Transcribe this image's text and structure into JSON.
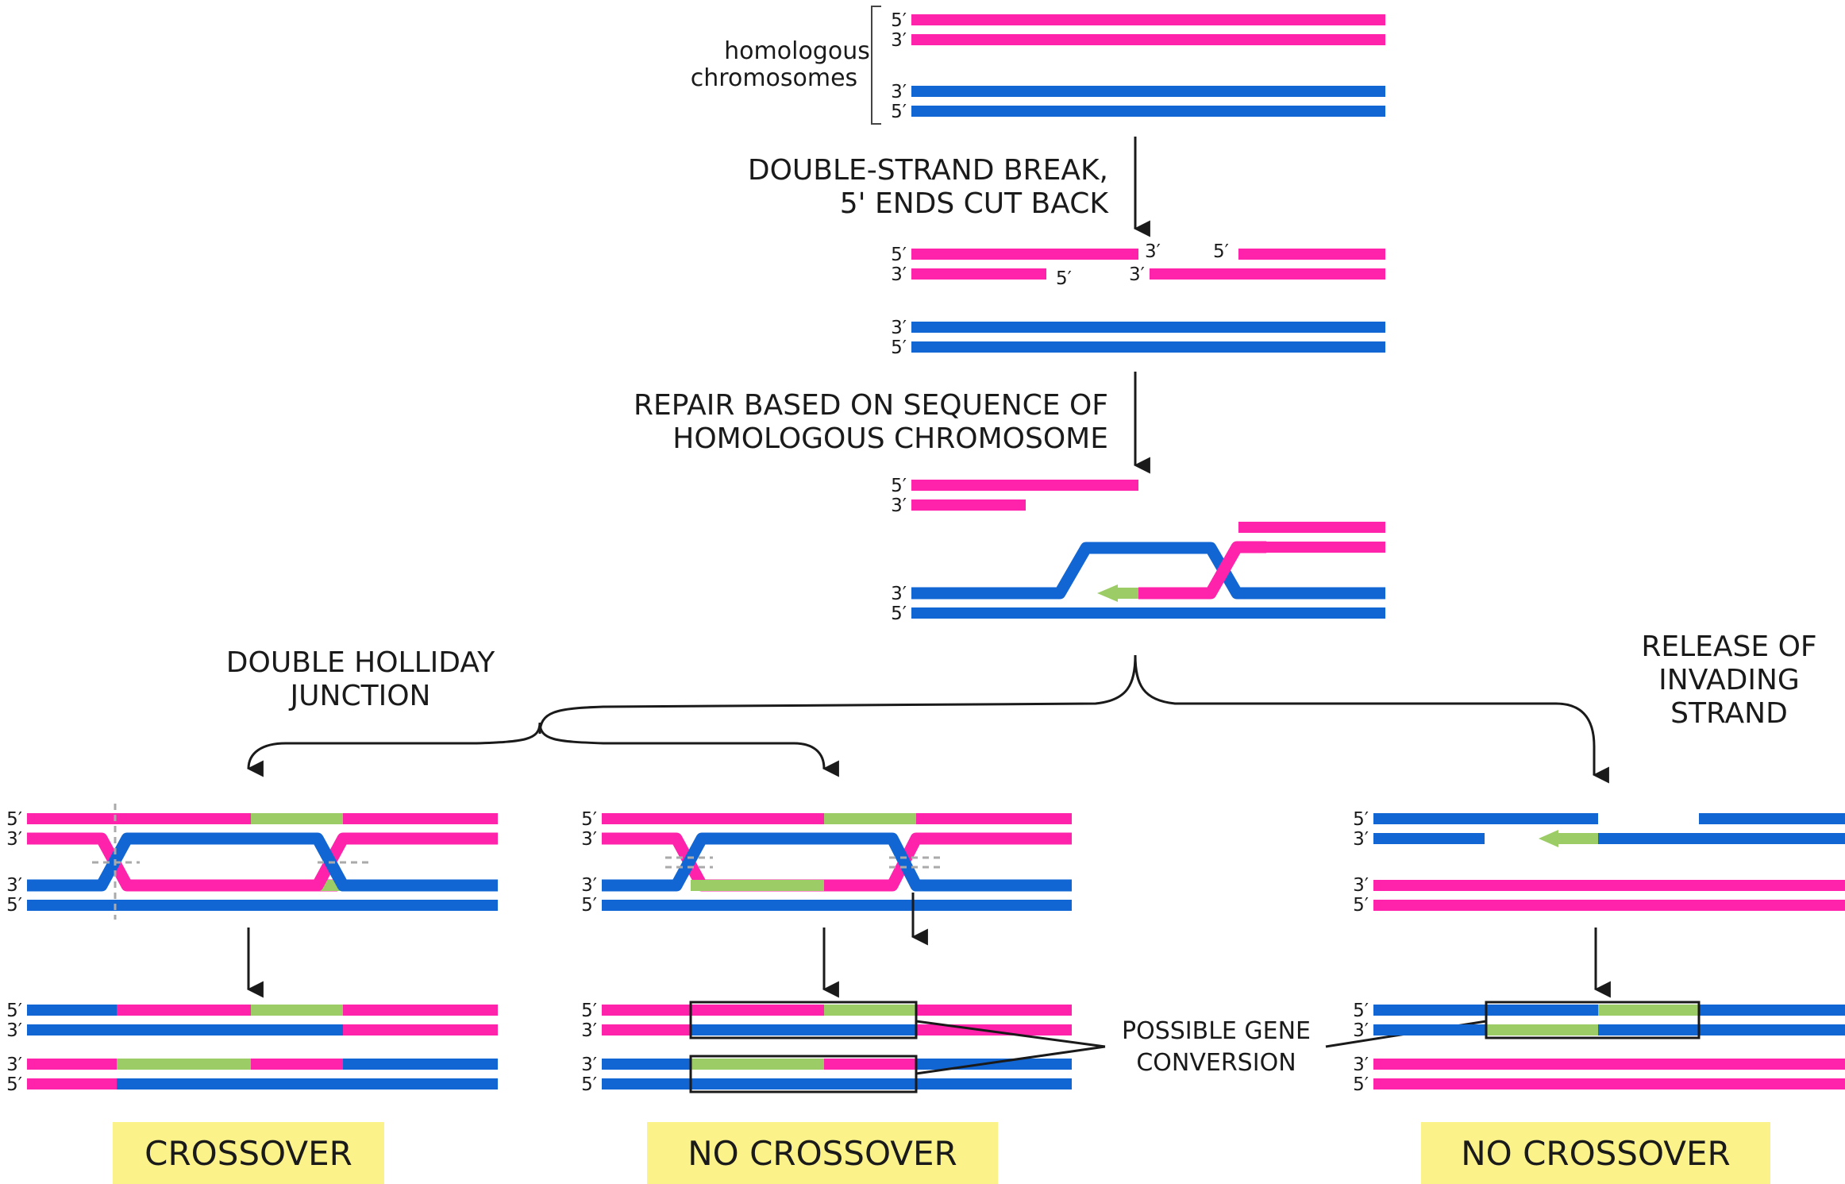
{
  "colors": {
    "magenta": "#ff22aa",
    "blue": "#1166d4",
    "green": "#9ccc65",
    "label_bg": "#fbf28a",
    "ink": "#1a1a1a",
    "cut_mark": "#aaaaaa"
  },
  "labels": {
    "homologous": [
      "homologous",
      "chromosomes"
    ],
    "step1": [
      "DOUBLE-STRAND BREAK,",
      "5' ENDS CUT BACK"
    ],
    "step2": [
      "REPAIR BASED ON SEQUENCE OF",
      "HOMOLOGOUS CHROMOSOME"
    ],
    "double_holliday": [
      "DOUBLE HOLLIDAY",
      "JUNCTION"
    ],
    "release": [
      "RELEASE OF",
      "INVADING",
      "STRAND"
    ],
    "gene_conversion": [
      "POSSIBLE GENE",
      "CONVERSION"
    ]
  },
  "ends": {
    "five": "5′",
    "three": "3′"
  },
  "results": {
    "left": "CROSSOVER",
    "middle": "NO CROSSOVER",
    "right": "NO CROSSOVER"
  },
  "icons": [
    "arrow-down-icon",
    "curly-brace-icon"
  ]
}
